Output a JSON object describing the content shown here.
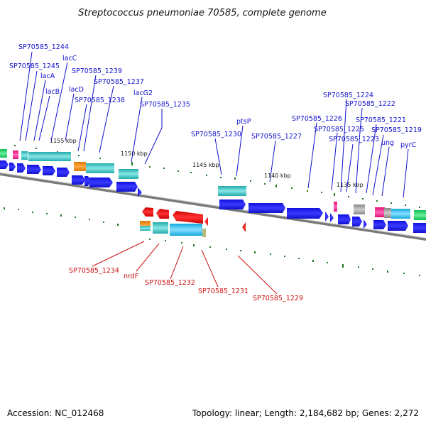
{
  "title": "Streptococcus pneumoniae 70585, complete genome",
  "accession": "Accession: NC_012468",
  "summary": "Topology: linear; Length: 2,184,682 bp; Genes: 2,272",
  "scale_ticks": [
    "1155 kbp",
    "1150 kbp",
    "1145 kbp",
    "1140 kbp",
    "1135 kbp"
  ],
  "colors": {
    "forward_cds": "#1a1aee",
    "reverse_cds": "#ee1111",
    "rrna_teal": "#33bbbb",
    "trna_pink": "#ee3399",
    "misc_orange": "#ee8811",
    "pseudo_gray": "#aaaaaa",
    "track_green": "#227722",
    "backbone": "#777777",
    "forward_label": "#1111cc",
    "reverse_label": "#cc1111"
  },
  "forward_labels": [
    "SP70585_1244",
    "SP70585_1245",
    "lacC",
    "lacA",
    "lacB",
    "lacD",
    "SP70585_1239",
    "SP70585_1237",
    "SP70585_1238",
    "lacG2",
    "SP70585_1235",
    "SP70585_1230",
    "ptsP",
    "SP70585_1227",
    "SP70585_1226",
    "SP70585_1224",
    "SP70585_1222",
    "SP70585_1225",
    "SP70585_1223",
    "SP70585_1221",
    "SP70585_1219",
    "ung",
    "pyrC"
  ],
  "reverse_labels": [
    "SP70585_1234",
    "nrdF",
    "SP70585_1232",
    "SP70585_1231",
    "SP70585_1229"
  ]
}
